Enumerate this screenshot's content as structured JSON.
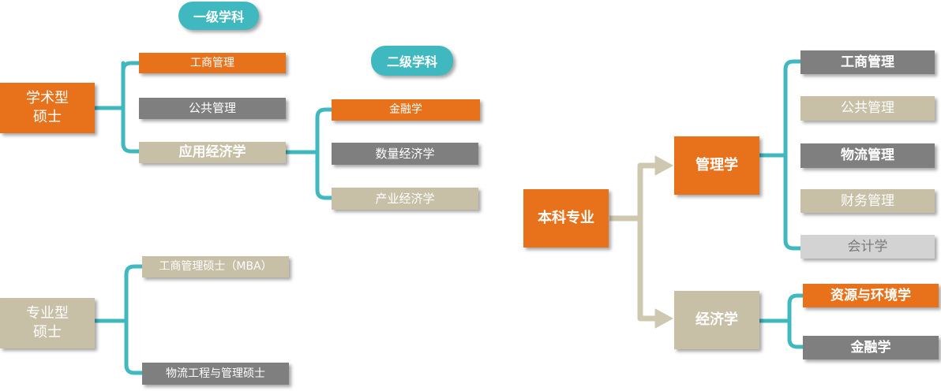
{
  "left_diagram": {
    "level1_badge": "一级学科",
    "level2_badge": "二级学科",
    "academic_master": "学术型\n硕士",
    "professional_master": "专业型\n硕士",
    "level1_items": [
      "工商管理",
      "公共管理",
      "应用经济学"
    ],
    "level2_items": [
      "金融学",
      "数量经济学",
      "产业经济学"
    ],
    "professional_items": [
      "工商管理硕士（MBA）",
      "物流工程与管理硕士"
    ]
  },
  "right_diagram": {
    "root": "本科专业",
    "management": "管理学",
    "economics": "经济学",
    "management_items": [
      "工商管理",
      "公共管理",
      "物流管理",
      "财务管理",
      "会计学"
    ],
    "economics_items": [
      "资源与环境学",
      "金融学"
    ]
  },
  "colors": {
    "orange": "#E8721C",
    "gray": "#7F7F7F",
    "beige": "#C7BFA6",
    "light_gray": "#D3D3D3",
    "teal": "#3FB8BF",
    "arrow": "#CFC8B0"
  }
}
